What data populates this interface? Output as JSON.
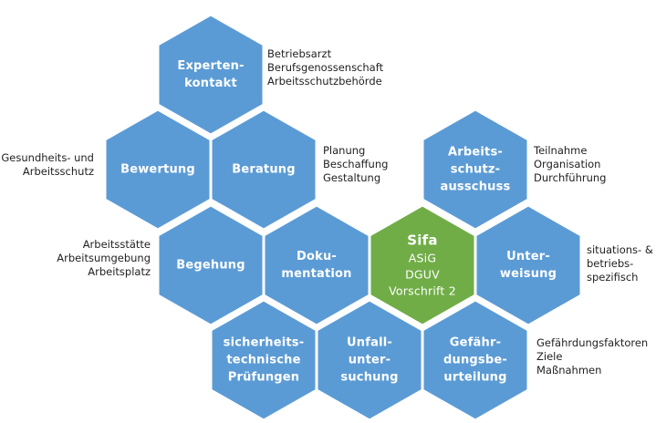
{
  "colors": {
    "hex_blue": "#5b9bd5",
    "hex_green": "#70ad47",
    "border": "#ffffff",
    "note_text": "#222222"
  },
  "hexagons": [
    {
      "id": "expertenkontakt",
      "lines": [
        "Experten-",
        "kontakt"
      ],
      "color": "blue"
    },
    {
      "id": "bewertung",
      "lines": [
        "Bewertung"
      ],
      "color": "blue"
    },
    {
      "id": "beratung",
      "lines": [
        "Beratung"
      ],
      "color": "blue"
    },
    {
      "id": "begehung",
      "lines": [
        "Begehung"
      ],
      "color": "blue"
    },
    {
      "id": "dokumentation",
      "lines": [
        "Doku-",
        "mentation"
      ],
      "color": "blue"
    },
    {
      "id": "sifa",
      "title": "Sifa",
      "lines": [
        "ASiG",
        "DGUV",
        "Vorschrift 2"
      ],
      "color": "green"
    },
    {
      "id": "unterweisung",
      "lines": [
        "Unter-",
        "weisung"
      ],
      "color": "blue"
    },
    {
      "id": "arbeitsschutzausschuss",
      "lines": [
        "Arbeits-",
        "schutz-",
        "ausschuss"
      ],
      "color": "blue"
    },
    {
      "id": "sicherheitstechnische-pruefungen",
      "lines": [
        "sicherheits-",
        "technische",
        "Prüfungen"
      ],
      "color": "blue"
    },
    {
      "id": "unfalluntersuchung",
      "lines": [
        "Unfall-",
        "unter-",
        "suchung"
      ],
      "color": "blue"
    },
    {
      "id": "gefaehrdungsbeurteilung",
      "lines": [
        "Gefähr-",
        "dungsbe-",
        "urteilung"
      ],
      "color": "blue"
    }
  ],
  "notes": [
    {
      "id": "expertenkontakt",
      "lines": [
        "Betriebsarzt",
        "Berufsgenossenschaft",
        "Arbeitsschutzbehörde"
      ]
    },
    {
      "id": "bewertung",
      "lines": [
        "Gesundheits- und",
        "Arbeitsschutz"
      ]
    },
    {
      "id": "beratung",
      "lines": [
        "Planung",
        "Beschaffung",
        "Gestaltung"
      ]
    },
    {
      "id": "begehung",
      "lines": [
        "Arbeitsstätte",
        "Arbeitsumgebung",
        "Arbeitsplatz"
      ]
    },
    {
      "id": "arbeitsschutzausschuss",
      "lines": [
        "Teilnahme",
        "Organisation",
        "Durchführung"
      ]
    },
    {
      "id": "unterweisung",
      "lines": [
        "situations- &",
        "betriebs-",
        "spezifisch"
      ]
    },
    {
      "id": "gefaehrdungsbeurteilung",
      "lines": [
        "Gefährdungsfaktoren",
        "Ziele",
        "Maßnahmen"
      ]
    }
  ]
}
